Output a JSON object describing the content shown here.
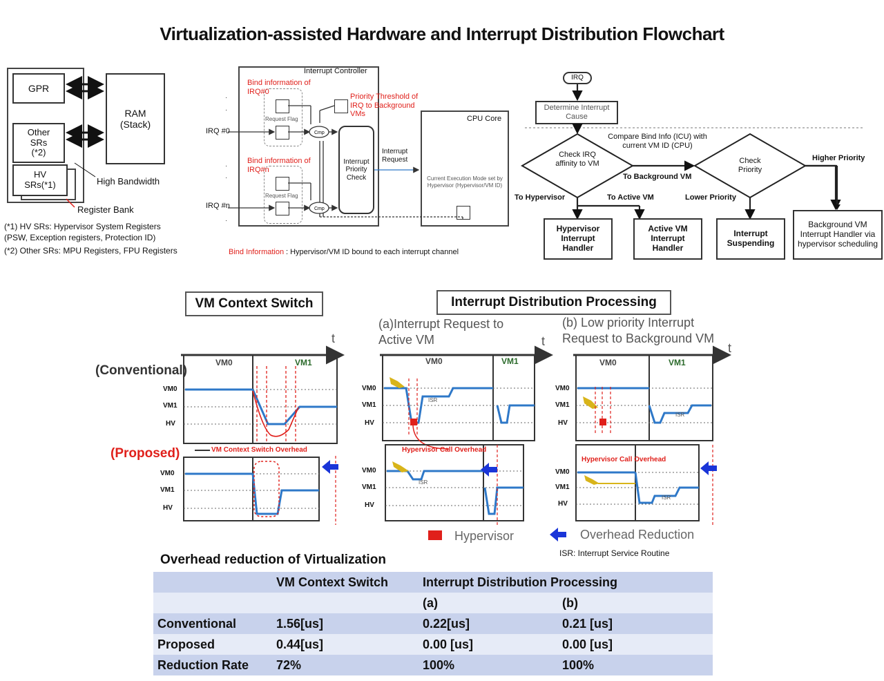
{
  "title": "Virtualization-assisted Hardware and Interrupt Distribution Flowchart",
  "hardware": {
    "gpr": "GPR",
    "ram": "RAM\n(Stack)",
    "other_srs": "Other\nSRs\n(*2)",
    "hv_srs": "HV\nSRs(*1)",
    "high_bandwidth": "High Bandwidth",
    "register_bank": "Register Bank",
    "note1a": "(*1) HV SRs: Hypervisor System Registers",
    "note1b": "(PSW, Exception registers, Protection ID)",
    "note2": "(*2) Other SRs: MPU Registers, FPU Registers"
  },
  "intc": {
    "title": "Interrupt Controller",
    "bind_irq0": "Bind information of IRQ#0",
    "bind_irqn": "Bind information of IRQ#n",
    "priority_threshold": "Priority Threshold of IRQ to Background VMs",
    "request_flag": "Request Flag",
    "irq0": "IRQ #0",
    "irqn": "IRQ #n",
    "priority_check": "Interrupt Priority Check",
    "interrupt_request": "Interrupt Request",
    "cpu_core": "CPU Core",
    "exec_mode": "Current Execution Mode set by Hypervisor (Hypervisor/VM ID)",
    "bind_info_label": "Bind Information",
    "bind_info_desc": ": Hypervisor/VM ID bound to each interrupt channel"
  },
  "flowchart": {
    "irq": "IRQ",
    "determine": "Determine Interrupt Cause",
    "compare": "Compare Bind Info (ICU) with current VM ID (CPU)",
    "check_affinity": "Check IRQ affinity to VM",
    "check_priority": "Check Priority",
    "to_hypervisor": "To Hypervisor",
    "to_active_vm": "To Active VM",
    "to_background_vm": "To Background VM",
    "higher_priority": "Higher Priority",
    "lower_priority": "Lower Priority",
    "hv_handler": "Hypervisor Interrupt Handler",
    "active_handler": "Active VM Interrupt Handler",
    "suspending": "Interrupt Suspending",
    "background_handler": "Background VM Interrupt Handler via hypervisor scheduling"
  },
  "timing": {
    "vm_context_switch": "VM Context Switch",
    "interrupt_distribution": "Interrupt Distribution Processing",
    "subtitle_a": "(a)Interrupt Request to Active VM",
    "subtitle_b": "(b) Low priority Interrupt Request to Background VM",
    "t": "t",
    "vm0": "VM0",
    "vm1": "VM1",
    "hv": "HV",
    "conventional": "(Conventional)",
    "proposed": "(Proposed)",
    "vm_cs_overhead": "VM Context Switch Overhead",
    "hv_call_overhead": "Hypervisor Call Overhead",
    "isr": "ISR",
    "legend_hv": "Hypervisor",
    "legend_overhead": "Overhead Reduction",
    "isr_note": "ISR: Interrupt Service Routine"
  },
  "colors": {
    "vm_line": "#2e78c8",
    "red": "#e0201b",
    "isr_yellow": "#d8b41a",
    "arrow_blue": "#1a35d8",
    "table_dark": "#c8d2ec",
    "table_light": "#e6ebf7"
  },
  "overhead": {
    "title": "Overhead reduction of Virtualization",
    "header": [
      "",
      "VM Context Switch",
      "Interrupt Distribution Processing",
      ""
    ],
    "subheader": [
      "",
      "",
      "(a)",
      "(b)"
    ],
    "rows": [
      [
        "Conventional",
        "1.56[us]",
        "0.22[us]",
        "0.21 [us]"
      ],
      [
        "Proposed",
        "0.44[us]",
        "0.00 [us]",
        "0.00  [us]"
      ],
      [
        "Reduction Rate",
        "72%",
        "100%",
        "100%"
      ]
    ]
  }
}
